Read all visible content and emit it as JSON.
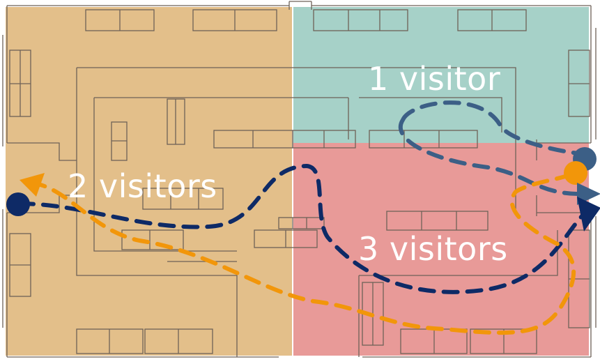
{
  "zones": {
    "top_right": {
      "label": "1 visitor",
      "color": "#a6d1c8"
    },
    "left": {
      "label": "2 visitors",
      "color": "#e3bf8a"
    },
    "bottom_right": {
      "label": "3 visitors",
      "color": "#e89a98"
    }
  },
  "paths": [
    {
      "name": "navy-path",
      "color": "#0e2a66"
    },
    {
      "name": "orange-path",
      "color": "#f2960a"
    },
    {
      "name": "steel-blue-path",
      "color": "#3c5f86"
    }
  ],
  "floor_plan_line_color": "#6e6257"
}
